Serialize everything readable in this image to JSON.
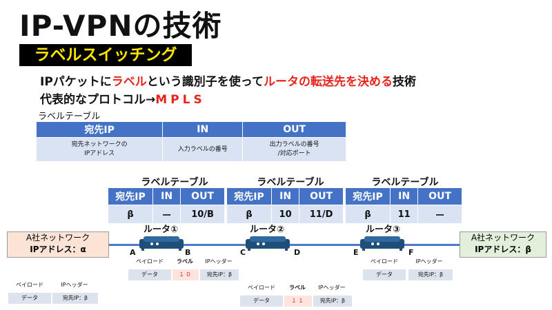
{
  "title": "IP-VPNの技術",
  "subtitle": "ラベルスイッチング",
  "description": {
    "line1": [
      {
        "text": "IPパケットに",
        "red": false
      },
      {
        "text": "ラベル",
        "red": true
      },
      {
        "text": "という識別子を使って",
        "red": false
      },
      {
        "text": "ルータの転送先を決める",
        "red": true
      },
      {
        "text": "技術",
        "red": false
      }
    ],
    "line2": [
      {
        "text": "代表的なプロトコル→",
        "red": false
      },
      {
        "text": "MPLS",
        "red": true
      }
    ]
  },
  "label_table_legend": {
    "caption": "ラベルテーブル",
    "headers": [
      "宛先IP",
      "IN",
      "OUT"
    ],
    "cells": [
      "宛先ネットワークの\nIPアドレス",
      "入力ラベルの番号",
      "出力ラベルの番号\n/対応ポート"
    ]
  },
  "routers": [
    {
      "name": "ルータ①",
      "table_caption": "ラベルテーブル",
      "headers": [
        "宛先IP",
        "IN",
        "OUT"
      ],
      "row": [
        "β",
        "ー",
        "10/B"
      ],
      "port_in": "A",
      "port_out": "B"
    },
    {
      "name": "ルータ②",
      "table_caption": "ラベルテーブル",
      "headers": [
        "宛先IP",
        "IN",
        "OUT"
      ],
      "row": [
        "β",
        "10",
        "11/D"
      ],
      "port_in": "C",
      "port_out": "D"
    },
    {
      "name": "ルータ③",
      "table_caption": "ラベルテーブル",
      "headers": [
        "宛先IP",
        "IN",
        "OUT"
      ],
      "row": [
        "β",
        "11",
        "ー"
      ],
      "port_in": "E",
      "port_out": "F"
    }
  ],
  "sites": {
    "a": {
      "name": "A社ネットワーク",
      "address": "IPアドレス：α",
      "color": "#fbe4d6"
    },
    "b": {
      "name": "A社ネットワーク",
      "address": "IPアドレス：β",
      "color": "#e2efda"
    }
  },
  "packets": {
    "p1": {
      "headers": [
        "ペイロード",
        "IPヘッダー"
      ],
      "cells": [
        "データ",
        "宛先IP：β"
      ]
    },
    "p2": {
      "headers": [
        "ペイロード",
        "ラベル",
        "IPヘッダー"
      ],
      "cells": [
        "データ",
        "１０",
        "宛先IP：β"
      ]
    },
    "p3": {
      "headers": [
        "ペイロード",
        "ラベル",
        "IPヘッダー"
      ],
      "cells": [
        "データ",
        "１１",
        "宛先IP：β"
      ]
    },
    "p4": {
      "headers": [
        "ペイロード",
        "IPヘッダー"
      ],
      "cells": [
        "データ",
        "宛先IP：β"
      ]
    }
  },
  "colors": {
    "accent_red": "#e8231c",
    "table_header": "#4472c4",
    "table_body": "#dae3f3",
    "link": "#4a7bc8",
    "router": "#1f4e79"
  },
  "icons": [
    "router-icon"
  ]
}
